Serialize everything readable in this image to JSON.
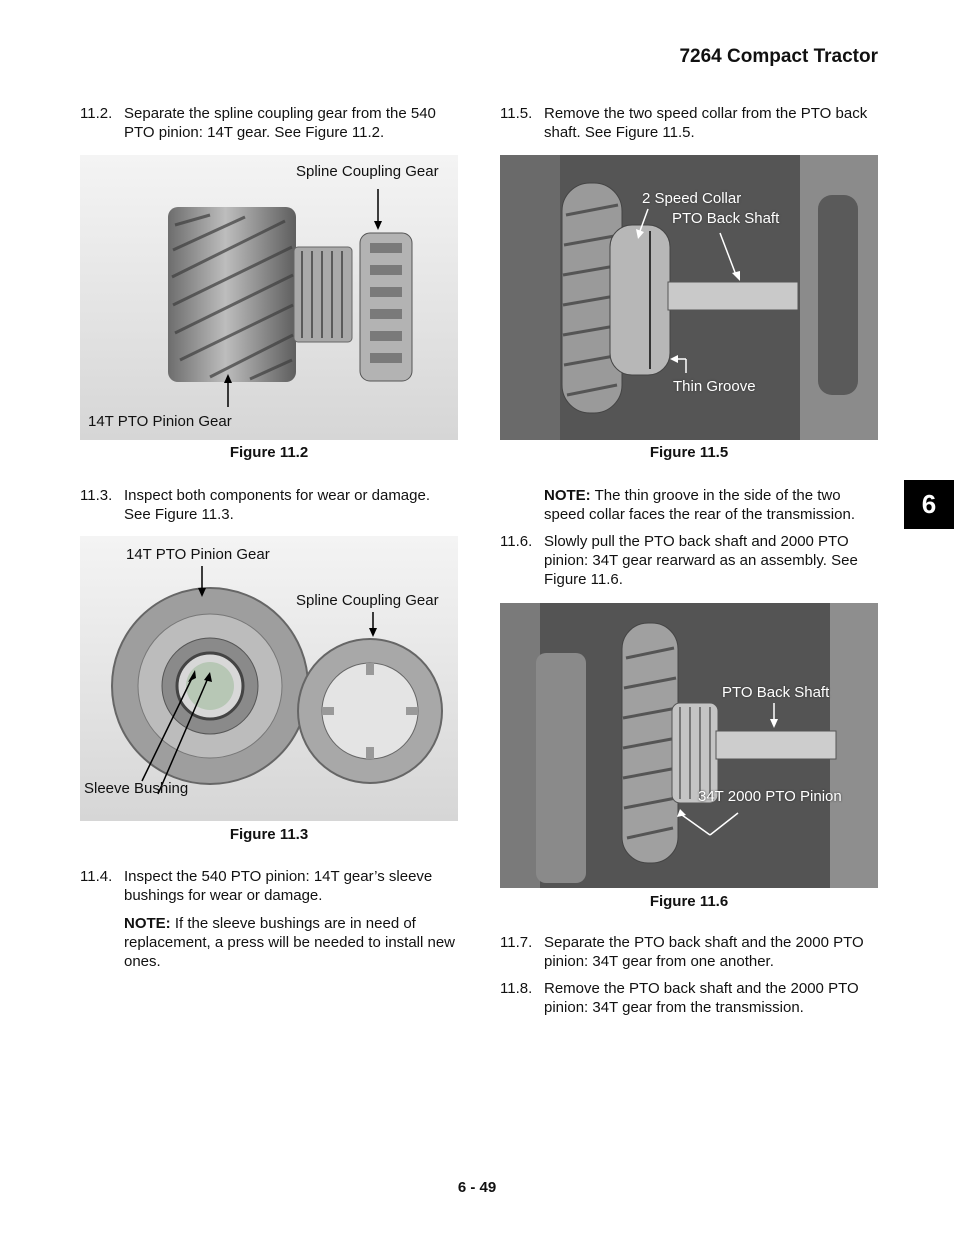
{
  "header": {
    "title": "7264 Compact Tractor"
  },
  "chapter_tab": "6",
  "page_number": "6 - 49",
  "steps": {
    "s11_2": {
      "num": "11.2.",
      "text": "Separate the spline coupling gear from the 540 PTO pinion: 14T gear. See Figure 11.2."
    },
    "s11_3": {
      "num": "11.3.",
      "text": "Inspect both components for wear or damage. See Figure 11.3."
    },
    "s11_4": {
      "num": "11.4.",
      "text": "Inspect the 540 PTO pinion: 14T gear’s sleeve bushings for wear or damage."
    },
    "s11_5": {
      "num": "11.5.",
      "text": "Remove the two speed collar from the PTO back shaft. See Figure 11.5."
    },
    "s11_6": {
      "num": "11.6.",
      "text": "Slowly pull the PTO back shaft and 2000 PTO pinion: 34T gear rearward as an assembly. See Figure 11.6."
    },
    "s11_7": {
      "num": "11.7.",
      "text": "Separate the PTO back shaft and the 2000 PTO pinion: 34T gear from one another."
    },
    "s11_8": {
      "num": "11.8.",
      "text": "Remove the PTO back shaft and the 2000 PTO pinion: 34T gear from the transmission."
    }
  },
  "notes": {
    "n11_4": {
      "label": "NOTE:",
      "text": " If the sleeve bushings are in need of replacement, a press will be needed to install new ones."
    },
    "n11_5": {
      "label": "NOTE:",
      "text": " The thin groove in the side of the two speed collar faces the rear of the transmission."
    }
  },
  "figures": {
    "f11_2": {
      "caption": "Figure 11.2",
      "labels": {
        "spline": "Spline Coupling Gear",
        "pinion": "14T PTO Pinion Gear"
      }
    },
    "f11_3": {
      "caption": "Figure 11.3",
      "labels": {
        "pinion": "14T PTO Pinion Gear",
        "spline": "Spline Coupling Gear",
        "bushing": "Sleeve Bushing"
      }
    },
    "f11_5": {
      "caption": "Figure 11.5",
      "labels": {
        "collar": "2 Speed Collar",
        "shaft": "PTO Back Shaft",
        "groove": "Thin Groove"
      }
    },
    "f11_6": {
      "caption": "Figure 11.6",
      "labels": {
        "shaft": "PTO Back Shaft",
        "pinion": "34T 2000 PTO Pinion"
      }
    }
  }
}
